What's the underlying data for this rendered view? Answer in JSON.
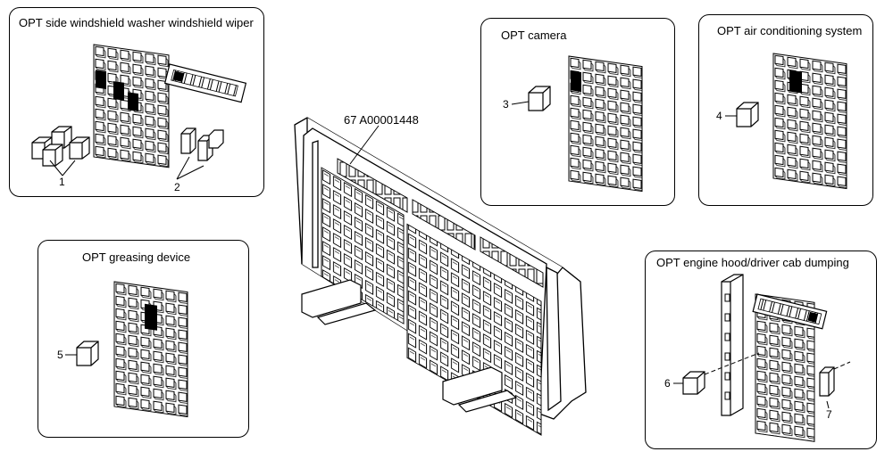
{
  "main_part": {
    "label": "67 A00001448"
  },
  "panels": [
    {
      "key": "washer_wiper",
      "title": "OPT side windshield washer  windshield wiper",
      "callouts": [
        "1",
        "2"
      ]
    },
    {
      "key": "camera",
      "title": "OPT camera",
      "callouts": [
        "3"
      ]
    },
    {
      "key": "air_conditioning",
      "title": "OPT air conditioning system",
      "callouts": [
        "4"
      ]
    },
    {
      "key": "greasing",
      "title": "OPT greasing device",
      "callouts": [
        "5"
      ]
    },
    {
      "key": "engine_hood",
      "title": "OPT engine hood/driver cab dumping",
      "callouts": [
        "6",
        "7"
      ]
    }
  ]
}
